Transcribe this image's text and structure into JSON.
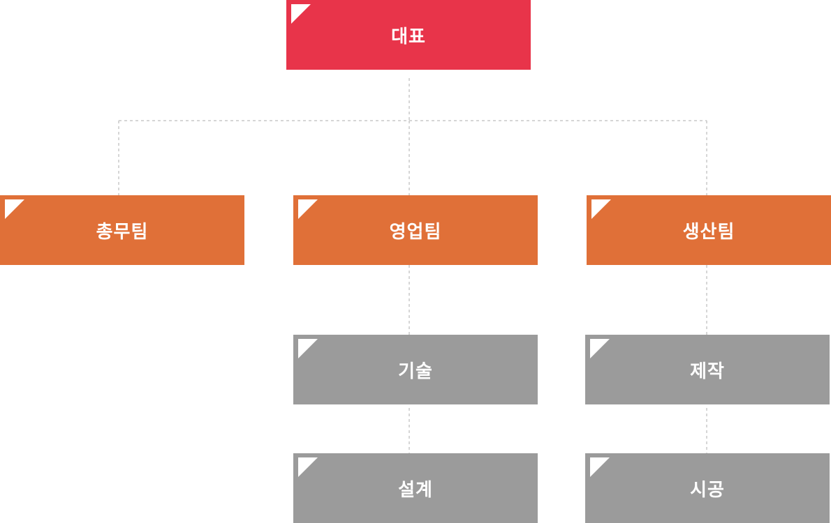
{
  "colors": {
    "level1": "#e8344a",
    "level2": "#e07038",
    "level3": "#9b9b9b",
    "connector": "#c8c8c8"
  },
  "org": {
    "ceo": {
      "label": "대표",
      "level": "level1"
    },
    "teams": [
      {
        "id": "admin",
        "label": "총무팀",
        "level": "level2"
      },
      {
        "id": "sales",
        "label": "영업팀",
        "level": "level2"
      },
      {
        "id": "prod",
        "label": "생산팀",
        "level": "level2"
      }
    ],
    "sub_units": [
      {
        "id": "tech",
        "label": "기술",
        "parent": "sales",
        "level": "level3"
      },
      {
        "id": "design",
        "label": "설계",
        "parent": "tech",
        "level": "level3"
      },
      {
        "id": "make",
        "label": "제작",
        "parent": "prod",
        "level": "level3"
      },
      {
        "id": "build",
        "label": "시공",
        "parent": "make",
        "level": "level3"
      }
    ]
  }
}
